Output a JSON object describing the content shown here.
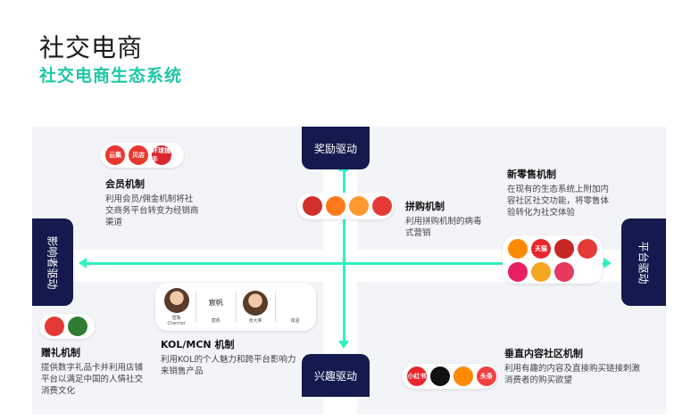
{
  "header": {
    "title": "社交电商",
    "subtitle": "社交电商生态系统"
  },
  "drivers": {
    "top": "奖励驱动",
    "bottom": "兴趣驱动",
    "left": "影响者驱动",
    "right": "平台驱动"
  },
  "mechanisms": [
    {
      "id": "member",
      "title": "会员机制",
      "desc": [
        "利用会员/佣金机制将社",
        "交商务平台转变为经销商",
        "渠道"
      ]
    },
    {
      "id": "group",
      "title": "拼购机制",
      "desc": [
        "利用拼购机制的病毒",
        "式营销"
      ]
    },
    {
      "id": "retail",
      "title": "新零售机制",
      "desc": [
        "在现有的生态系统上附加内",
        "容社区社交功能，将零售体",
        "验转化为社交体验"
      ]
    },
    {
      "id": "gift",
      "title": "赠礼机制",
      "desc": [
        "提供数字礼品卡并利用店铺",
        "平台以满足中国的人情社交",
        "消费文化"
      ]
    },
    {
      "id": "kol",
      "title": "KOL/MCN 机制",
      "desc": [
        "利用KOL的个人魅力和跨平台影响力",
        "来销售产品"
      ]
    },
    {
      "id": "vertical",
      "title": "垂直内容社区机制",
      "desc": [
        "利用有趣的内容及直接购买链接刺激",
        "消费者的购买欲望"
      ]
    }
  ],
  "logos": {
    "member": [
      {
        "text": "云集",
        "color": "#e8382f",
        "icon": "yunji-logo"
      },
      {
        "text": "贝店",
        "color": "#e8382f",
        "icon": "beidian-logo"
      },
      {
        "text": "环球捕手",
        "color": "#d9262e",
        "icon": "brand-logo"
      }
    ],
    "group": [
      {
        "text": "",
        "color": "#d32f2f",
        "icon": "pattern-logo"
      },
      {
        "text": "",
        "color": "#ff7a1a",
        "icon": "brand-logo"
      },
      {
        "text": "",
        "color": "#ff9a2e",
        "icon": "brand-logo"
      },
      {
        "text": "",
        "color": "#e53935",
        "icon": "arrow-logo"
      }
    ],
    "retail": [
      {
        "text": "",
        "color": "#ff8a00",
        "icon": "brand-logo"
      },
      {
        "text": "天猫",
        "color": "#e8262e",
        "icon": "tmall-logo"
      },
      {
        "text": "",
        "color": "#c62828",
        "icon": "brand-logo"
      },
      {
        "text": "",
        "color": "#e53935",
        "icon": "brand-logo"
      },
      {
        "text": "",
        "color": "#e91e63",
        "icon": "brand-logo"
      },
      {
        "text": "",
        "color": "#f5a623",
        "icon": "brand-logo"
      },
      {
        "text": "",
        "color": "#e53960",
        "icon": "mushroom-logo"
      }
    ],
    "gift": [
      {
        "text": "",
        "color": "#e53935",
        "icon": "brand-logo"
      },
      {
        "text": "",
        "color": "#2e7d32",
        "icon": "brand-logo"
      }
    ],
    "vertical": [
      {
        "text": "小红书",
        "color": "#e8262e",
        "icon": "xiaohongshu-logo"
      },
      {
        "text": "",
        "color": "#111111",
        "icon": "tiktok-logo"
      },
      {
        "text": "",
        "color": "#ff8a00",
        "icon": "brand-logo"
      },
      {
        "text": "头条",
        "color": "#f04142",
        "icon": "brand-logo"
      }
    ]
  },
  "kol_cards": [
    {
      "logo": "",
      "caption": "雪梨\nCherrier",
      "icon": "portrait-logo"
    },
    {
      "logo": "宸帆",
      "caption": "宸帆",
      "icon": "chenfan-logo"
    },
    {
      "logo": "",
      "caption": "张大奕",
      "icon": "portrait-logo"
    },
    {
      "logo": "",
      "caption": "如涵",
      "icon": "ruhan-logo"
    }
  ],
  "colors": {
    "accent": "#1fc7a6",
    "axis": "#2ef2c2",
    "driver_box": "#141a4d",
    "panel_bg": "#f3f4f8"
  }
}
